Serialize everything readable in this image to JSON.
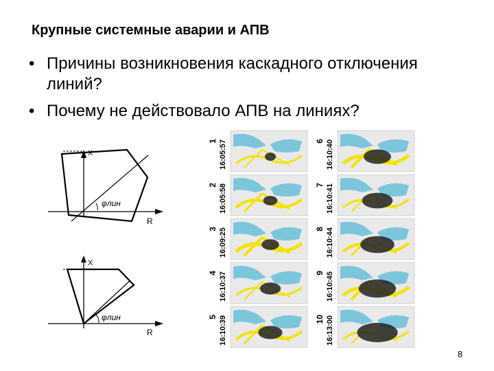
{
  "slide": {
    "title": "Крупные системные аварии и АПВ",
    "bullets": [
      {
        "marker": "•",
        "text": "Причины возникновения каскадного отключения линий?"
      },
      {
        "marker": "•",
        "text": "Почему не действовало АПВ на линиях?"
      }
    ],
    "page_number": "8"
  },
  "diagram_top": {
    "axis_x": "X",
    "axis_r": "R",
    "angle_label": "φлин"
  },
  "diagram_bottom": {
    "axis_x": "X",
    "axis_r": "R",
    "angle_label": "φлин"
  },
  "snapshots": [
    {
      "index": "1",
      "time": "16:05:57"
    },
    {
      "index": "2",
      "time": "16:05:58"
    },
    {
      "index": "3",
      "time": "16:09:25"
    },
    {
      "index": "4",
      "time": "16:10:37"
    },
    {
      "index": "5",
      "time": "16:10:39"
    },
    {
      "index": "6",
      "time": "16:10:40"
    },
    {
      "index": "7",
      "time": "16:10:41"
    },
    {
      "index": "8",
      "time": "16:10:44"
    },
    {
      "index": "9",
      "time": "16:10:45"
    },
    {
      "index": "10",
      "time": "16:13:00"
    }
  ],
  "colors": {
    "water": "#7cc6dc",
    "lines": "#f2e205",
    "outage": "#222222"
  }
}
